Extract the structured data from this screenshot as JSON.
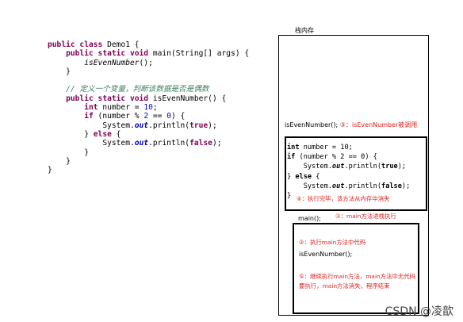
{
  "code": {
    "l1_kw": "public class",
    "l1_name": " Demo1 {",
    "l2_kw": "public static void",
    "l2_rest": " main(String[] args) {",
    "l3_call": "isEvenNumber",
    "l3_rest": "();",
    "l4": "}",
    "comment": "// 定义一个变量，判断该数据是否是偶数",
    "l6_kw": "public static void",
    "l6_rest": " isEvenNumber() {",
    "l7_kw": "int",
    "l7_mid": " number = ",
    "l7_num": "10",
    "l7_end": ";",
    "l8_kw": "if",
    "l8_mid": " (number % ",
    "l8_n1": "2",
    "l8_mid2": " == ",
    "l8_n2": "0",
    "l8_end": ") {",
    "l9_a": "System.",
    "l9_out": "out",
    "l9_b": ".println(",
    "l9_val": "true",
    "l9_c": ");",
    "l10_a": "} ",
    "l10_kw": "else",
    "l10_b": " {",
    "l11_a": "System.",
    "l11_out": "out",
    "l11_b": ".println(",
    "l11_val": "false",
    "l11_c": ");",
    "close": "}"
  },
  "stack": {
    "title": "栈内存",
    "call_text": "isEvenNumber(); ",
    "call_note": "③：isEvenNumber被调用",
    "frame_code": {
      "l1_kw": "int",
      "l1_rest": " number = 10;",
      "l2_kw": "if",
      "l2_rest": " (number % 2 == 0) {",
      "l3_a": "System.",
      "l3_out": "out",
      "l3_b": ".println(",
      "l3_val": "true",
      "l3_c": ");",
      "l4_a": "} ",
      "l4_kw": "else",
      "l4_b": " {",
      "l5_a": "System.",
      "l5_out": "out",
      "l5_b": ".println(",
      "l5_val": "false",
      "l5_c": ");",
      "l6": "}"
    },
    "exit_note": "④：执行完毕，该方法从内存中消失",
    "main_label": "main();",
    "main_note": "①：main方法进栈执行",
    "m1": "②：执行main方法中代码",
    "m2": "isEvenNumber();",
    "m3": "⑤：继续执行main方法，main方法中无代码要执行，main方法消失，程序结束"
  },
  "watermark": "CSDN @凌歆"
}
